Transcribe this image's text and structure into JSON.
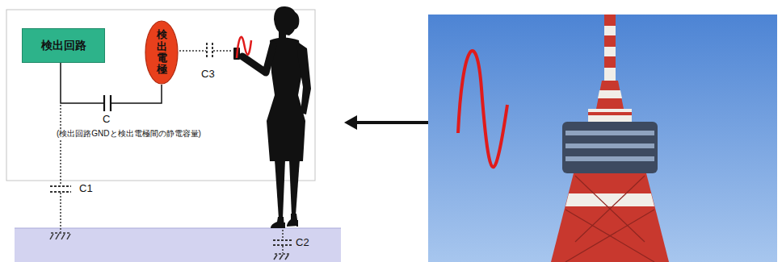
{
  "diagram": {
    "nodes": [
      {
        "text": [
          "検出回路"
        ]
      },
      {
        "text": [
          "検出電極"
        ]
      }
    ],
    "edges": [
      {
        "from": 0,
        "to": 1,
        "arrow": "none"
      }
    ],
    "labels": [
      "C3",
      "C",
      "(検出回路GNDと検出電極間の静電容量)",
      "C1",
      "C2"
    ]
  }
}
